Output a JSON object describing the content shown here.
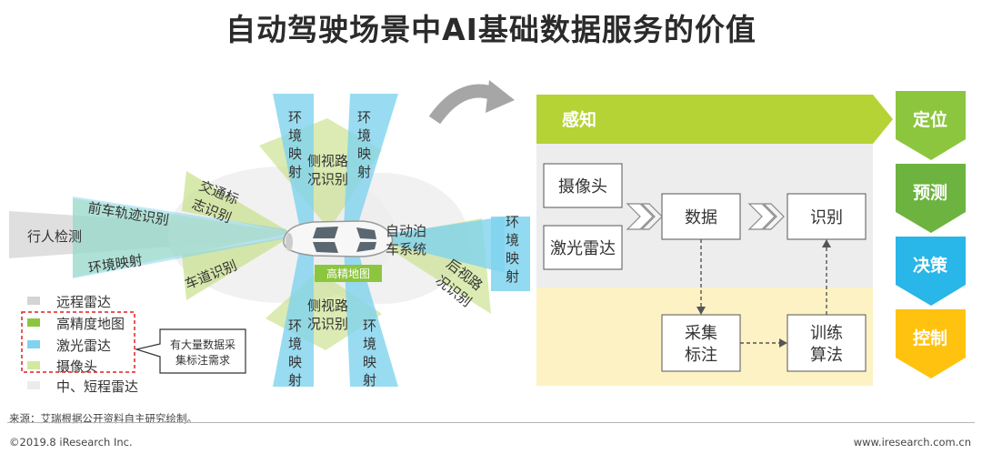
{
  "title": "自动驾驶场景中AI基础数据服务的价值",
  "sensor_map": {
    "zones": {
      "pedestrian": "行人检测",
      "front_track": "前车轨迹识别",
      "env_map_left": "环境映射",
      "traffic_sign_1": "交通标",
      "traffic_sign_2": "志识别",
      "lane": "车道识别",
      "env_map_top_1": "环",
      "env_map_top_2": "境",
      "env_map_top_3": "映",
      "env_map_top_4": "射",
      "env_map_top2_1": "环",
      "env_map_top2_2": "境",
      "env_map_top2_3": "映",
      "env_map_top2_4": "射",
      "side_top_1": "侧视路",
      "side_top_2": "况识别",
      "parking_1": "自动泊",
      "parking_2": "车系统",
      "rear_1": "后视路",
      "rear_2": "况识别",
      "env_map_right_1": "环",
      "env_map_right_2": "境",
      "env_map_right_3": "映",
      "env_map_right_4": "射",
      "side_bottom_1": "侧视路",
      "side_bottom_2": "况识别",
      "env_map_bl_1": "环",
      "env_map_bl_2": "境",
      "env_map_bl_3": "映",
      "env_map_bl_4": "射",
      "env_map_br_1": "环",
      "env_map_br_2": "境",
      "env_map_br_3": "映",
      "env_map_br_4": "射",
      "hd_map": "高精地图"
    },
    "legend": [
      {
        "label": "远程雷达",
        "color": "#d4d4d4"
      },
      {
        "label": "高精度地图",
        "color": "#8cc63f"
      },
      {
        "label": "激光雷达",
        "color": "#7fd3ee"
      },
      {
        "label": "摄像头",
        "color": "#d6e8a0"
      },
      {
        "label": "中、短程雷达",
        "color": "#ececec"
      }
    ],
    "callout_1": "有大量数据采",
    "callout_2": "集标注需求"
  },
  "flow": {
    "perception": "感知",
    "camera": "摄像头",
    "lidar": "激光雷达",
    "data": "数据",
    "recognition": "识别",
    "collect_1": "采集",
    "collect_2": "标注",
    "train_1": "训练",
    "train_2": "算法"
  },
  "stages": [
    {
      "label": "定位",
      "color": "#8cc63f"
    },
    {
      "label": "预测",
      "color": "#6db33f"
    },
    {
      "label": "决策",
      "color": "#29b6e8"
    },
    {
      "label": "控制",
      "color": "#ffc20e"
    }
  ],
  "footer": {
    "source": "来源：艾瑞根据公开资料自主研究绘制。",
    "copyright": "©2019.8 iResearch Inc.",
    "website": "www.iresearch.com.cn"
  }
}
